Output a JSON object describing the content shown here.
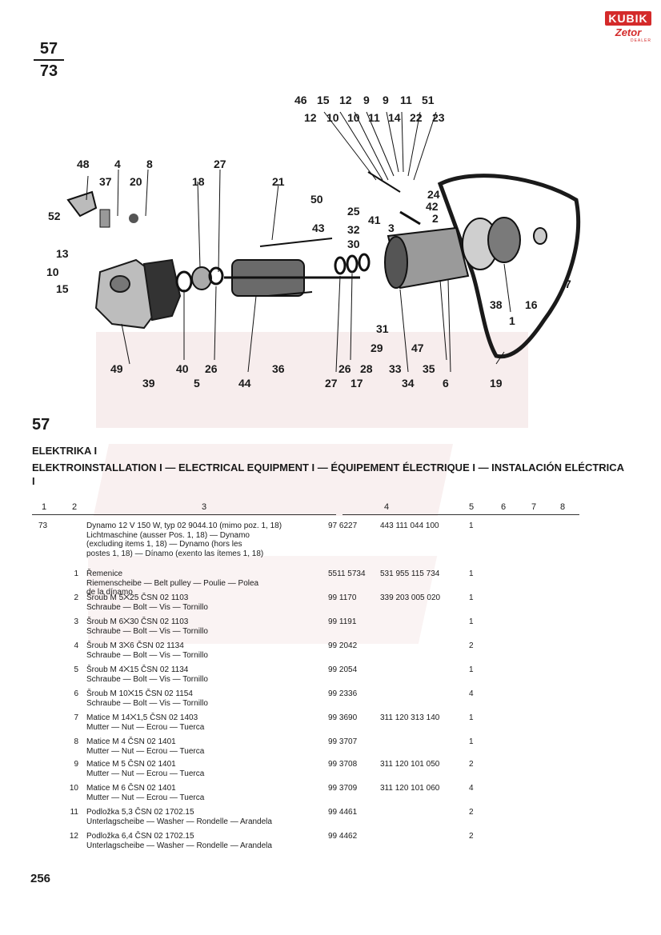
{
  "page_fraction": {
    "top": "57",
    "bottom": "73"
  },
  "logo": {
    "brand": "KUBIK",
    "sub": "Zetor",
    "dealer": "DEALER"
  },
  "callouts": [
    "46",
    "15",
    "12",
    "9",
    "9",
    "11",
    "51",
    "12",
    "10",
    "10",
    "11",
    "14",
    "22",
    "23",
    "48",
    "4",
    "8",
    "27",
    "21",
    "37",
    "20",
    "18",
    "50",
    "24",
    "25",
    "42",
    "52",
    "41",
    "2",
    "43",
    "3",
    "32",
    "13",
    "30",
    "10",
    "15",
    "7",
    "38",
    "16",
    "1",
    "31",
    "29",
    "47",
    "49",
    "39",
    "40",
    "26",
    "36",
    "27",
    "26",
    "28",
    "33",
    "35",
    "6",
    "19",
    "5",
    "44",
    "17",
    "34"
  ],
  "group_number": "57",
  "title_line1": "ELEKTRIKA I",
  "title_line2": "ELEKTROINSTALLATION I — ELECTRICAL EQUIPMENT I — ÉQUIPEMENT ÉLECTRIQUE I — INSTALACIÓN ELÉCTRICA I",
  "column_headers": [
    "1",
    "2",
    "3",
    "4",
    "5",
    "6",
    "7",
    "8"
  ],
  "rows": [
    {
      "c1": "73",
      "c2": "",
      "desc": [
        "Dynamo 12 V 150 W, typ 02 9044.10 (mimo poz. 1, 18)",
        "Lichtmaschine (ausser Pos. 1, 18) — Dynamo",
        "(excluding items 1, 18) — Dynamo (hors les",
        "postes 1, 18) — Dínamo (exento las ítemes 1, 18)"
      ],
      "num1": "97 6227",
      "num2": "443 111 044 100",
      "qty": "1"
    },
    {
      "c1": "",
      "c2": "1",
      "desc": [
        "Řemenice",
        "Riemenscheibe — Belt pulley — Poulie — Polea",
        "de la dínamo"
      ],
      "num1": "5511 5734",
      "num2": "531 955 115 734",
      "qty": "1"
    },
    {
      "c1": "",
      "c2": "2",
      "desc": [
        "Šroub M 5⨉25 ČSN 02 1103",
        "Schraube — Bolt — Vis — Tornillo"
      ],
      "num1": "99 1170",
      "num2": "339 203 005 020",
      "qty": "1"
    },
    {
      "c1": "",
      "c2": "3",
      "desc": [
        "Šroub M 6⨉30 ČSN 02 1103",
        "Schraube — Bolt — Vis — Tornillo"
      ],
      "num1": "99 1191",
      "num2": "",
      "qty": "1"
    },
    {
      "c1": "",
      "c2": "4",
      "desc": [
        "Šroub M 3⨉6 ČSN 02 1134",
        "Schraube — Bolt — Vis — Tornillo"
      ],
      "num1": "99 2042",
      "num2": "",
      "qty": "2"
    },
    {
      "c1": "",
      "c2": "5",
      "desc": [
        "Šroub M 4⨉15 ČSN 02 1134",
        "Schraube — Bolt — Vis — Tornillo"
      ],
      "num1": "99 2054",
      "num2": "",
      "qty": "1"
    },
    {
      "c1": "",
      "c2": "6",
      "desc": [
        "Šroub M 10⨉15 ČSN 02 1154",
        "Schraube — Bolt — Vis — Tornillo"
      ],
      "num1": "99 2336",
      "num2": "",
      "qty": "4"
    },
    {
      "c1": "",
      "c2": "7",
      "desc": [
        "Matice M 14⨉1,5 ČSN 02 1403",
        "Mutter — Nut — Ecrou — Tuerca"
      ],
      "num1": "99 3690",
      "num2": "311 120 313 140",
      "qty": "1"
    },
    {
      "c1": "",
      "c2": "8",
      "desc": [
        "Matice M 4 ČSN 02 1401",
        "Mutter — Nut — Ecrou — Tuerca"
      ],
      "num1": "99 3707",
      "num2": "",
      "qty": "1"
    },
    {
      "c1": "",
      "c2": "9",
      "desc": [
        "Matice M 5 ČSN 02 1401",
        "Mutter — Nut — Ecrou — Tuerca"
      ],
      "num1": "99 3708",
      "num2": "311 120 101 050",
      "qty": "2"
    },
    {
      "c1": "",
      "c2": "10",
      "desc": [
        "Matice M 6 ČSN 02 1401",
        "Mutter — Nut — Ecrou — Tuerca"
      ],
      "num1": "99 3709",
      "num2": "311 120 101 060",
      "qty": "4"
    },
    {
      "c1": "",
      "c2": "11",
      "desc": [
        "Podložka 5,3 ČSN 02 1702.15",
        "Unterlagscheibe — Washer — Rondelle — Arandela"
      ],
      "num1": "99 4461",
      "num2": "",
      "qty": "2"
    },
    {
      "c1": "",
      "c2": "12",
      "desc": [
        "Podložka 6,4 ČSN 02 1702.15",
        "Unterlagscheibe — Washer — Rondelle — Arandela"
      ],
      "num1": "99 4462",
      "num2": "",
      "qty": "2"
    }
  ],
  "page_number": "256"
}
